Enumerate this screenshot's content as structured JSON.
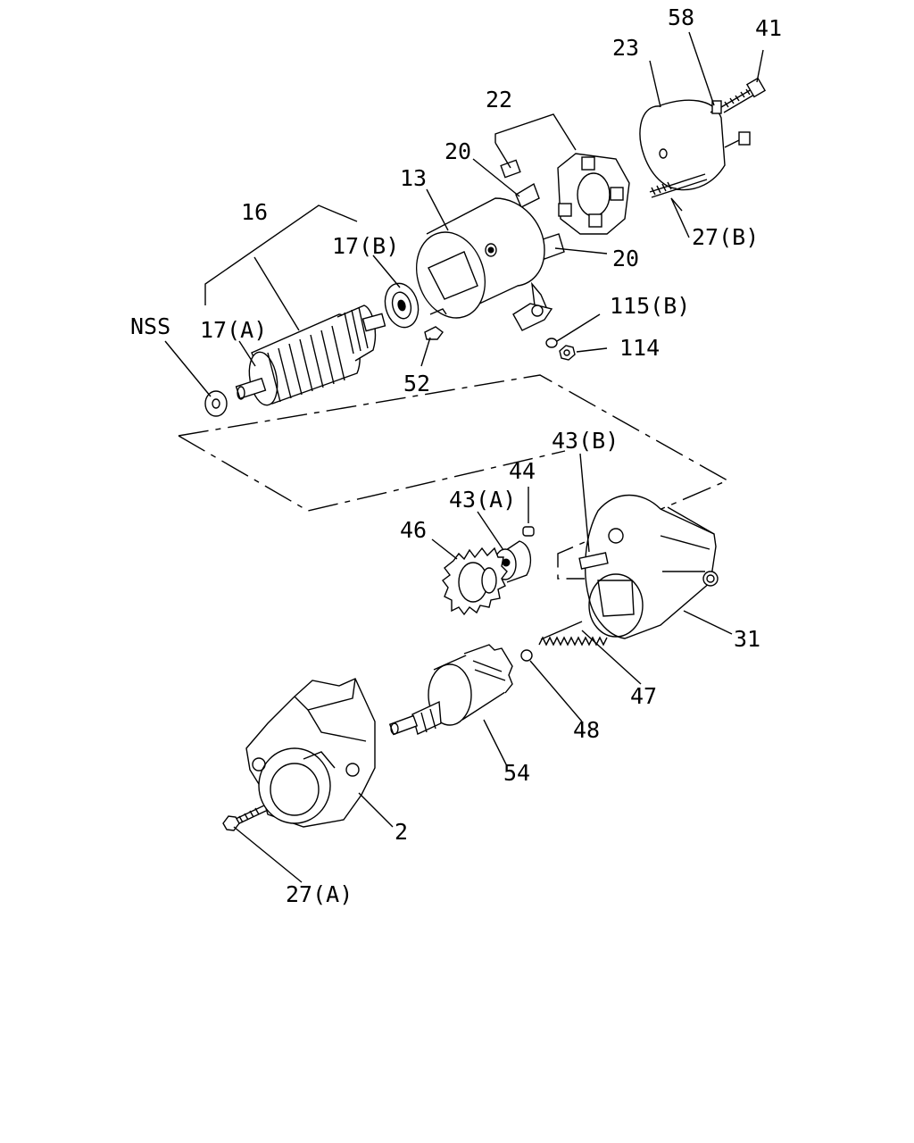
{
  "diagram": {
    "labels": {
      "l58": "58",
      "l41": "41",
      "l23": "23",
      "l22": "22",
      "l20a": "20",
      "l13": "13",
      "l16": "16",
      "l20b": "20",
      "l27b": "27(B)",
      "l17b": "17(B)",
      "nss": "NSS",
      "l17a": "17(A)",
      "l115b": "115(B)",
      "l114": "114",
      "l52": "52",
      "l43b": "43(B)",
      "l44": "44",
      "l43a": "43(A)",
      "l46": "46",
      "l31": "31",
      "l47": "47",
      "l48": "48",
      "l54": "54",
      "l2": "2",
      "l27a": "27(A)"
    }
  }
}
